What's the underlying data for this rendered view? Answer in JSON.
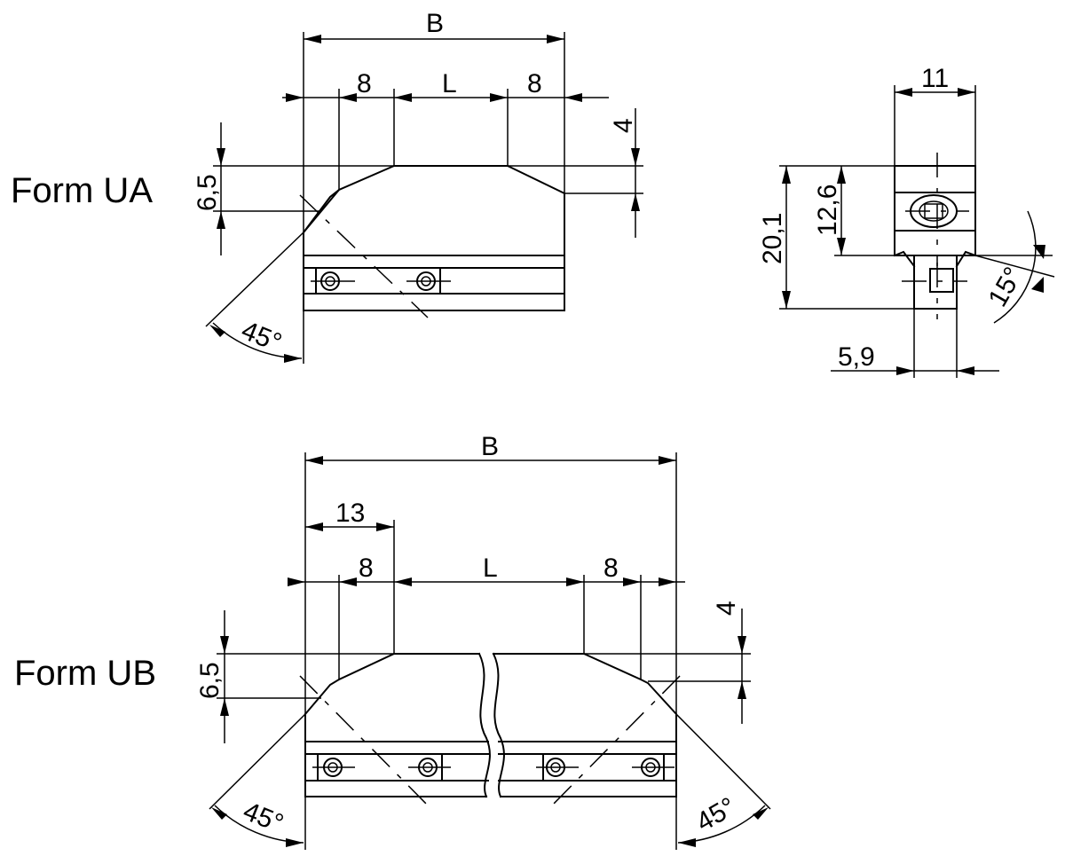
{
  "form_ua": {
    "label": "Form UA",
    "dim_b": "B",
    "dim_l": "L",
    "dim_8_left": "8",
    "dim_8_right": "8",
    "dim_4": "4",
    "dim_6_5": "6,5",
    "dim_angle": "45°"
  },
  "side_view": {
    "dim_11": "11",
    "dim_12_6": "12,6",
    "dim_20_1": "20,1",
    "dim_5_9": "5,9",
    "dim_angle": "15°"
  },
  "form_ub": {
    "label": "Form UB",
    "dim_b": "B",
    "dim_13": "13",
    "dim_l": "L",
    "dim_8_left": "8",
    "dim_8_right": "8",
    "dim_4": "4",
    "dim_6_5": "6,5",
    "dim_angle_left": "45°",
    "dim_angle_right": "45°"
  }
}
